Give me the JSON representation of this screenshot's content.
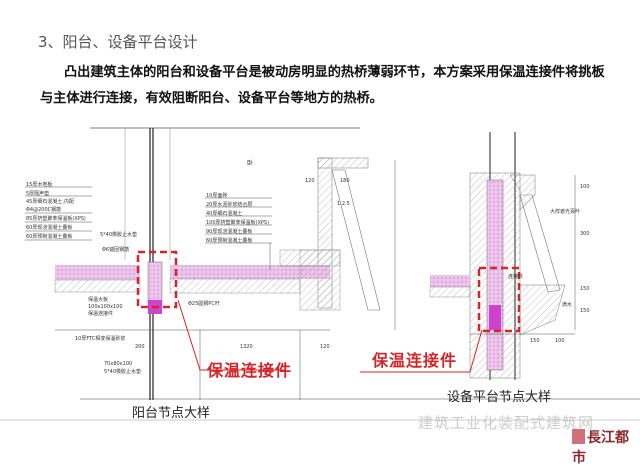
{
  "section_title": "3、阳台、设备平台设计",
  "paragraph": "凸出建筑主体的阳台和设备平台是被动房明显的热桥薄弱环节，本方案采用保温连接件将挑板与主体进行连接，有效阻断阳台、设备平台等地方的热桥。",
  "left_drawing": {
    "caption": "阳台节点大样",
    "callout": "保温连接件",
    "layers_left": [
      "15厚木地板",
      "5厚隔声垫",
      "45厚细石混凝土,内配",
      "Φ4@200C钢筋",
      "85厚挤塑聚苯保温板(XPS)",
      "60厚现浇混凝土叠板",
      "60厚预制混凝土叠板"
    ],
    "layers_mid": [
      "10厚面砖",
      "20厚水泥砂浆结合层",
      "40厚细石混凝土",
      "100厚挤塑聚苯保温板(XPS)",
      "90厚现浇混凝土叠板",
      "60厚预制混凝土叠板"
    ],
    "room_label": "卧",
    "notes": [
      "5*40橡胶止水垫",
      "Φ6锚固钢筋",
      "保温大板",
      "100x100x100",
      "保温连接件",
      "Φ25圆钢PC杆",
      "10厚FTC相变保温砂浆",
      "70x80x100",
      "5*40橡胶止水垫"
    ],
    "dimensions": [
      "200",
      "1320",
      "120",
      "180",
      "120",
      "1:2.5"
    ]
  },
  "right_drawing": {
    "caption": "设备平台节点大样",
    "callout": "保温连接件",
    "notes": [
      "大样遮光百叶",
      "连接件",
      "滴水"
    ],
    "dimensions": [
      "100",
      "300",
      "150",
      "150",
      "100",
      "150"
    ]
  },
  "watermark": "建筑工业化装配式建筑网",
  "logo_text": "長江都市",
  "colors": {
    "insulation": "#e8b8e8",
    "connector": "#cc44cc",
    "callout": "#d2262a"
  }
}
